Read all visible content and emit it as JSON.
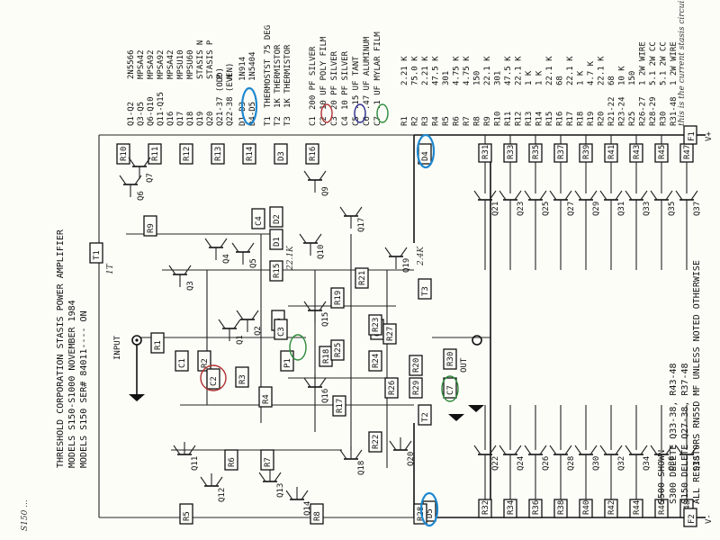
{
  "title_block": {
    "line1": "THRESHOLD CORPORATION  STASIS POWER AMPLIFIER",
    "line2": "MODELS S150-S1000  NOVEMBER 1984",
    "line3": "MODELS S150 SER# 84011---- ON"
  },
  "notes": {
    "line1": "S500 SHOWN",
    "line2": "S300 DELETE Q33-38, R43-48",
    "line3": "S150 DELETE Q27-38, R37-48",
    "line4": "ALL RESISTORS RN55D MF UNLESS NOTED OTHERWISE"
  },
  "handwritten": {
    "right_top": "this is the current stasis circuit",
    "left_bottom": "S150 ...",
    "r18_note": "22.1K",
    "t1_note": "1T",
    "q19_note": "2.4K"
  },
  "terminals": {
    "input": "INPUT",
    "output": "OUT",
    "fuse1": "F1",
    "fuse2": "F2",
    "vplus": "V+",
    "vminus": "V-"
  },
  "parts_semis": [
    {
      "ref": "Q1-Q2",
      "part": "2N5566"
    },
    {
      "ref": "Q3-Q5",
      "part": "MPSA42"
    },
    {
      "ref": "Q6-Q10",
      "part": "MPSA92"
    },
    {
      "ref": "Q11-Q15",
      "part": "MPSA92"
    },
    {
      "ref": "Q16",
      "part": "MPSA42"
    },
    {
      "ref": "Q17",
      "part": "MPSU10"
    },
    {
      "ref": "Q18",
      "part": "MPSU60"
    },
    {
      "ref": "Q19",
      "part": "STASIS N"
    },
    {
      "ref": "Q20",
      "part": "STASIS P"
    },
    {
      "ref": "Q21-37 (ODD)",
      "part": "P"
    },
    {
      "ref": "Q22-38 (EVEN)",
      "part": "N"
    }
  ],
  "parts_diodes": [
    {
      "ref": "D1-D3",
      "part": "1N914"
    },
    {
      "ref": "D4-D5",
      "part": "1N5404"
    }
  ],
  "parts_thermal": [
    {
      "ref": "T1",
      "part": "THERMOSTST 75 DEG"
    },
    {
      "ref": "T2",
      "part": "1K THERMISTOR"
    },
    {
      "ref": "T3",
      "part": "1K THERMISTOR"
    }
  ],
  "parts_caps": [
    {
      "ref": "C1",
      "part": "200 PF SILVER"
    },
    {
      "ref": "C2",
      "part": "10 UF POLY FILM"
    },
    {
      "ref": "C3",
      "part": "20 PF SILVER"
    },
    {
      "ref": "C4",
      "part": "10 PF SILVER"
    },
    {
      "ref": "C5",
      "part": ".15 UF TANT"
    },
    {
      "ref": "C6",
      "part": ".47 UF ALUMINUM"
    },
    {
      "ref": "C7",
      "part": ".1 UF MYLAR FILM"
    }
  ],
  "parts_res": [
    {
      "ref": "R1",
      "val": "2.21 K"
    },
    {
      "ref": "R2",
      "val": "75.0 K"
    },
    {
      "ref": "R3",
      "val": "2.21 K"
    },
    {
      "ref": "R4",
      "val": "47.5 K"
    },
    {
      "ref": "R5",
      "val": "301"
    },
    {
      "ref": "R6",
      "val": "4.75 K"
    },
    {
      "ref": "R7",
      "val": "4.75 K"
    },
    {
      "ref": "R8",
      "val": "150"
    },
    {
      "ref": "R9",
      "val": "22.1 K"
    },
    {
      "ref": "R10",
      "val": "301"
    },
    {
      "ref": "R11",
      "val": "47.5 K"
    },
    {
      "ref": "R12",
      "val": "22.1 K"
    },
    {
      "ref": "R13",
      "val": "1 K"
    },
    {
      "ref": "R14",
      "val": "1 K"
    },
    {
      "ref": "R15",
      "val": "22.1 K"
    },
    {
      "ref": "R16",
      "val": "68"
    },
    {
      "ref": "R17",
      "val": "22.1 K"
    },
    {
      "ref": "R18",
      "val": "1 K"
    },
    {
      "ref": "R19",
      "val": "4.7 K"
    },
    {
      "ref": "R20",
      "val": "22.1 K"
    },
    {
      "ref": "R21-22",
      "val": "68"
    },
    {
      "ref": "R23-24",
      "val": "10 K"
    },
    {
      "ref": "R25",
      "val": "150"
    },
    {
      "ref": "R26-27",
      "val": "1 2W WIRE"
    },
    {
      "ref": "R28-29",
      "val": "5.1 2W CC"
    },
    {
      "ref": "R30",
      "val": "5.1 2W CC"
    },
    {
      "ref": "R31-48",
      "val": "1 2W WIRE"
    }
  ],
  "components": {
    "q_top": [
      "Q6",
      "Q7",
      "Q4",
      "Q5",
      "Q9",
      "Q10",
      "Q17",
      "Q3",
      "Q1",
      "Q2",
      "Q15",
      "Q19"
    ],
    "q_bot": [
      "Q11",
      "Q12",
      "Q13",
      "Q14",
      "Q16",
      "Q18",
      "Q20"
    ],
    "q_out_top": [
      "Q21",
      "Q23",
      "Q25",
      "Q27",
      "Q29",
      "Q31",
      "Q33",
      "Q35",
      "Q37"
    ],
    "q_out_bot": [
      "Q22",
      "Q24",
      "Q26",
      "Q28",
      "Q30",
      "Q32",
      "Q34",
      "Q36",
      "Q38"
    ],
    "r_out_top": [
      "R31",
      "R33",
      "R35",
      "R37",
      "R39",
      "R41",
      "R43",
      "R45",
      "R47"
    ],
    "r_out_bot": [
      "R32",
      "R34",
      "R36",
      "R38",
      "R40",
      "R42",
      "R44",
      "R46",
      "R48"
    ],
    "r_top_row": [
      "R10",
      "R11",
      "R12",
      "R13",
      "R14",
      "D3",
      "R16"
    ],
    "misc": [
      "T1",
      "R9",
      "C4",
      "D2",
      "D1",
      "R15",
      "C5",
      "R21",
      "T3",
      "R19",
      "C1",
      "R2",
      "C2",
      "R3",
      "R4",
      "C3",
      "P1",
      "R18",
      "R17",
      "R22",
      "T2",
      "C7",
      "C6",
      "R23",
      "R24",
      "R27",
      "R26",
      "R20",
      "R6",
      "R7",
      "R5",
      "R8",
      "R1",
      "D4",
      "D5",
      "R30",
      "R29",
      "R28",
      "R25"
    ]
  }
}
